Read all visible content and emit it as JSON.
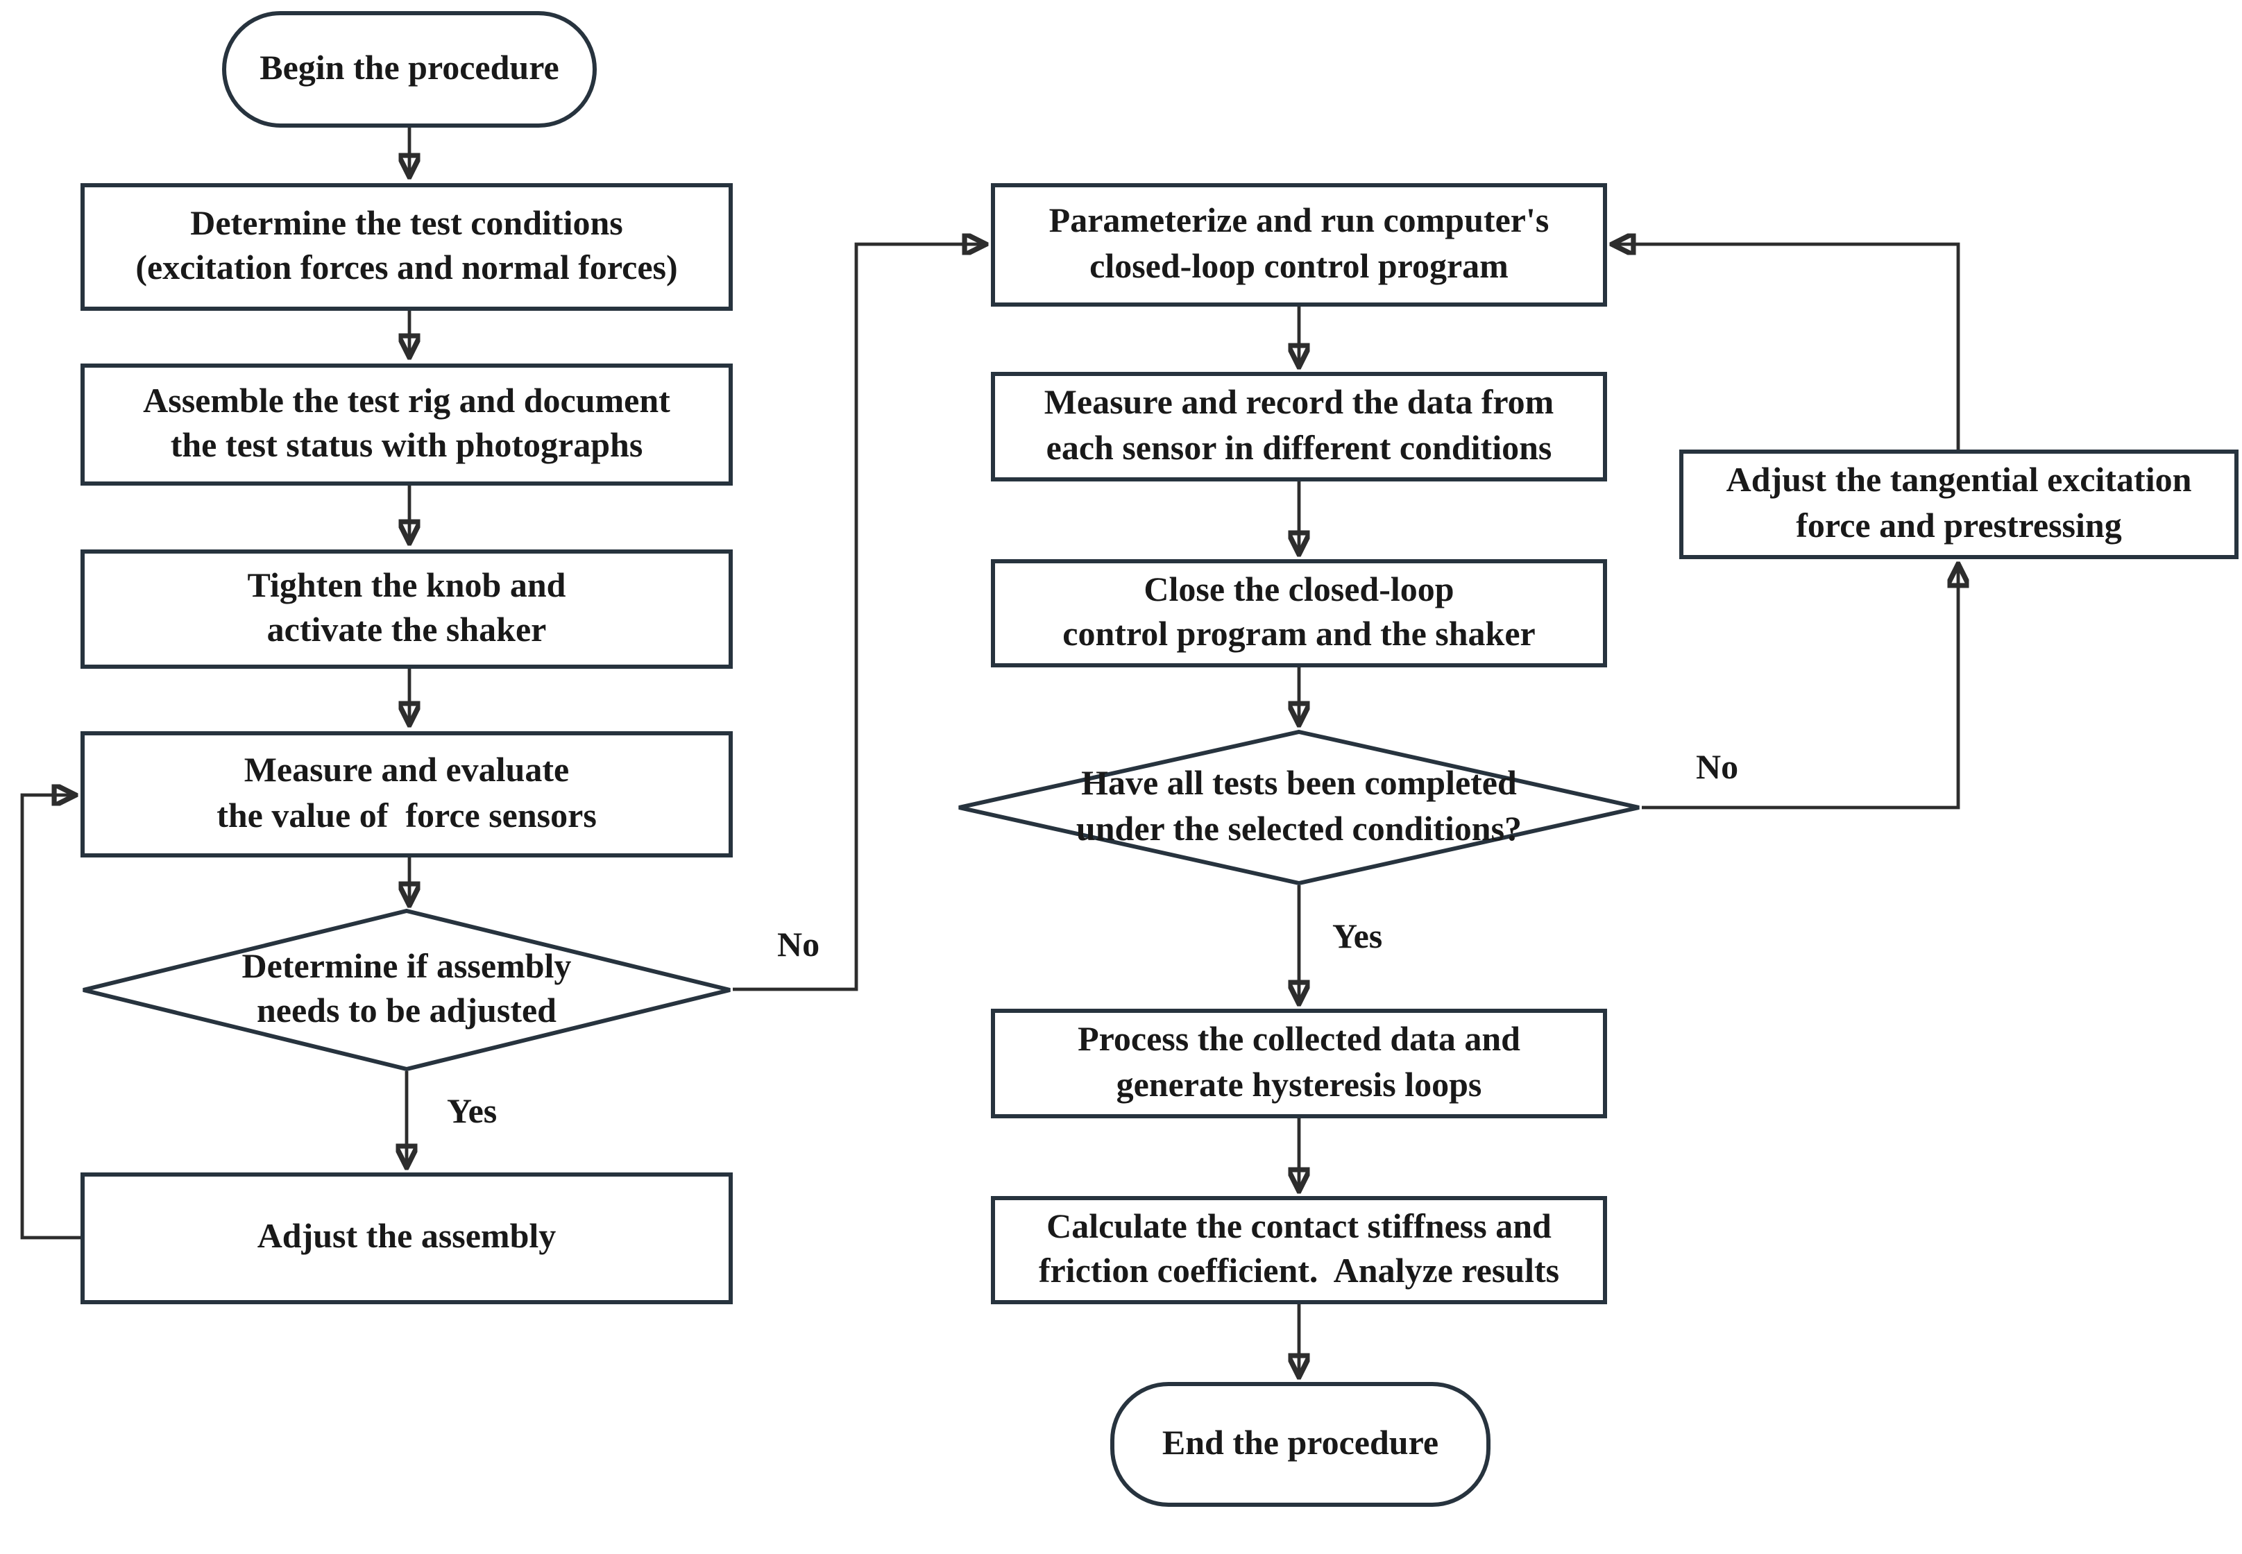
{
  "diagram": {
    "title": "Test procedure flowchart",
    "colors": {
      "background": "#ffffff",
      "shape_border": "#27333e",
      "connector": "#2d2d2d",
      "text": "#191919"
    }
  },
  "nodes": {
    "begin": {
      "type": "terminal",
      "label": "Begin the procedure"
    },
    "determine": {
      "type": "process",
      "label": "Determine the test conditions\n(excitation forces and normal forces)"
    },
    "assemble": {
      "type": "process",
      "label": "Assemble the test rig and document\nthe test status with photographs"
    },
    "tighten": {
      "type": "process",
      "label": "Tighten the knob and\nactivate the shaker"
    },
    "measure_evaluate": {
      "type": "process",
      "label": "Measure and evaluate\nthe value of  force sensors"
    },
    "assembly_decision": {
      "type": "decision",
      "label": "Determine if assembly\nneeds to be adjusted"
    },
    "adjust_assembly": {
      "type": "process",
      "label": "Adjust the assembly"
    },
    "parameterize": {
      "type": "process",
      "label": "Parameterize and run computer's\nclosed-loop control program"
    },
    "measure_record": {
      "type": "process",
      "label": "Measure and record the data from\neach sensor in different conditions"
    },
    "close_program": {
      "type": "process",
      "label": "Close the closed-loop\ncontrol program and the shaker"
    },
    "tests_decision": {
      "type": "decision",
      "label": "Have all tests been completed\nunder the selected conditions?"
    },
    "adjust_tangential": {
      "type": "process",
      "label": "Adjust the tangential excitation\nforce and prestressing"
    },
    "process_data": {
      "type": "process",
      "label": "Process the collected data and\ngenerate hysteresis loops"
    },
    "calculate": {
      "type": "process",
      "label": "Calculate the contact stiffness and\nfriction coefficient.  Analyze results"
    },
    "end": {
      "type": "terminal",
      "label": "End the procedure"
    }
  },
  "edge_labels": {
    "assembly_no": "No",
    "assembly_yes": "Yes",
    "tests_no": "No",
    "tests_yes": "Yes"
  }
}
